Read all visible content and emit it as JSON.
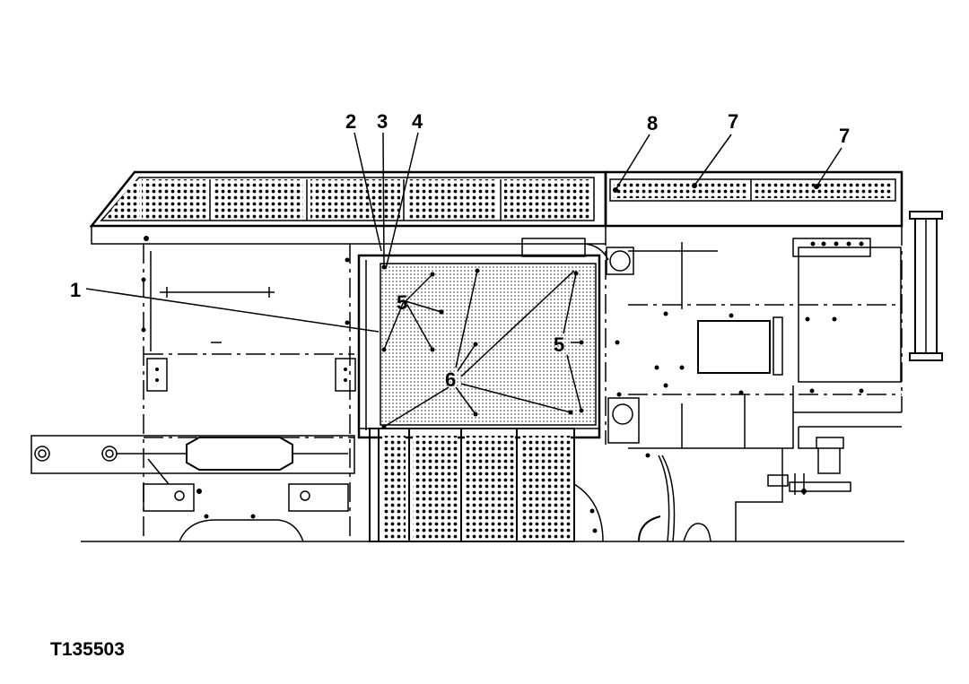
{
  "figure_id": "T135503",
  "callouts": [
    {
      "key": "c1",
      "text": "1"
    },
    {
      "key": "c2",
      "text": "2"
    },
    {
      "key": "c3",
      "text": "3"
    },
    {
      "key": "c4",
      "text": "4"
    },
    {
      "key": "c5a",
      "text": "5"
    },
    {
      "key": "c5b",
      "text": "5"
    },
    {
      "key": "c6",
      "text": "6"
    },
    {
      "key": "c7a",
      "text": "7"
    },
    {
      "key": "c7b",
      "text": "7"
    },
    {
      "key": "c8",
      "text": "8"
    }
  ]
}
